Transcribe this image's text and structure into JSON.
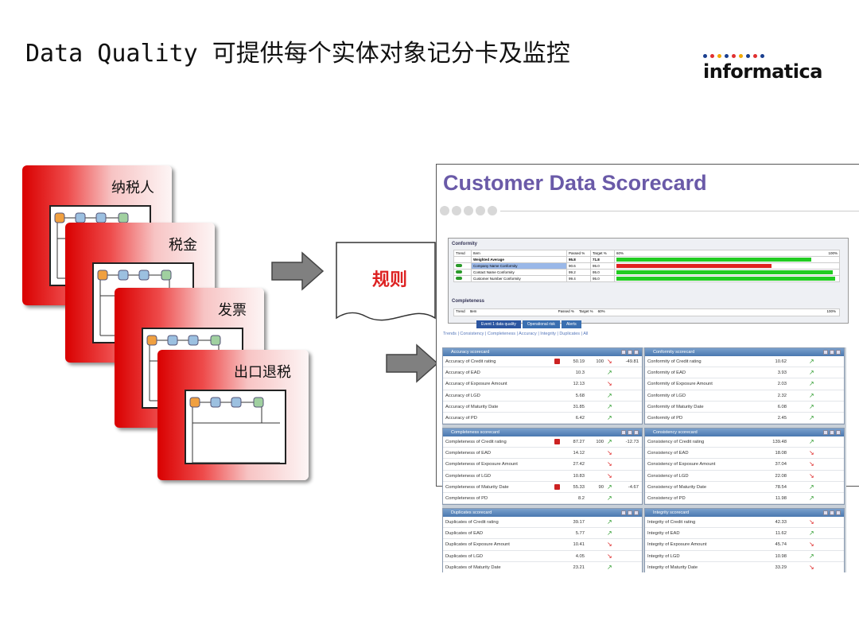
{
  "slide": {
    "title": "Data Quality 可提供每个实体对象记分卡及监控",
    "logo_text": "informatica",
    "logo_dot_colors": [
      "#1a3f8f",
      "#e03030",
      "#f2a900",
      "#1a3f8f",
      "#e03030",
      "#f2a900",
      "#1a3f8f",
      "#e03030",
      "#1a3f8f"
    ]
  },
  "entity_cards": [
    {
      "label": "纳税人"
    },
    {
      "label": "税金"
    },
    {
      "label": "发票"
    },
    {
      "label": "出口退税"
    }
  ],
  "rules_label": "规则",
  "scorecard": {
    "title": "Customer Data Scorecard",
    "conformity": {
      "heading": "Conformity",
      "columns": [
        "Trend",
        "Item",
        "Passed %",
        "Target %",
        "60%",
        "100%"
      ],
      "rows": [
        {
          "item": "Weighted Average",
          "passed": "95.8",
          "target": "71.8",
          "bar_pct": 88,
          "bar_color": "green"
        },
        {
          "item": "Company Name Conformity",
          "passed": "90.6",
          "target": "95.0",
          "bar_pct": 70,
          "bar_color": "red"
        },
        {
          "item": "Contact Name Conformity",
          "passed": "99.2",
          "target": "95.0",
          "bar_pct": 98,
          "bar_color": "green"
        },
        {
          "item": "Customer Number Conformity",
          "passed": "99.4",
          "target": "95.0",
          "bar_pct": 99,
          "bar_color": "green"
        }
      ],
      "completeness_heading": "Completeness",
      "completeness_columns": [
        "Trend",
        "Item",
        "Passed %",
        "Target %",
        "60%",
        "100%"
      ]
    },
    "tabs": [
      "Event 1 data quality",
      "Operational risk",
      "Alerts"
    ],
    "links": "Trends | Consistency | Completeness | Accuracy | Integrity | Duplicates | All",
    "panels": [
      {
        "title": "Accuracy scorecard",
        "rows": [
          {
            "name": "Accuracy of Credit rating",
            "value": "50.19",
            "target": "100",
            "delta": "-49.81",
            "trend": "down",
            "flag": true
          },
          {
            "name": "Accuracy of EAD",
            "value": "10.3",
            "target": "",
            "delta": "",
            "trend": "up",
            "flag": false
          },
          {
            "name": "Accuracy of Exposure Amount",
            "value": "12.13",
            "target": "",
            "delta": "",
            "trend": "down",
            "flag": false
          },
          {
            "name": "Accuracy of LGD",
            "value": "5.68",
            "target": "",
            "delta": "",
            "trend": "up",
            "flag": false
          },
          {
            "name": "Accuracy of Maturity Date",
            "value": "31.85",
            "target": "",
            "delta": "",
            "trend": "up",
            "flag": false
          },
          {
            "name": "Accuracy of PD",
            "value": "6.42",
            "target": "",
            "delta": "",
            "trend": "up",
            "flag": false
          }
        ]
      },
      {
        "title": "Conformity scorecard",
        "rows": [
          {
            "name": "Conformity of Credit rating",
            "value": "10.62",
            "target": "",
            "delta": "",
            "trend": "up",
            "flag": false
          },
          {
            "name": "Conformity of EAD",
            "value": "3.93",
            "target": "",
            "delta": "",
            "trend": "up",
            "flag": false
          },
          {
            "name": "Conformity of Exposure Amount",
            "value": "2.03",
            "target": "",
            "delta": "",
            "trend": "up",
            "flag": false
          },
          {
            "name": "Conformity of LGD",
            "value": "2.32",
            "target": "",
            "delta": "",
            "trend": "up",
            "flag": false
          },
          {
            "name": "Conformity of Maturity Date",
            "value": "6.08",
            "target": "",
            "delta": "",
            "trend": "up",
            "flag": false
          },
          {
            "name": "Conformity of PD",
            "value": "2.45",
            "target": "",
            "delta": "",
            "trend": "up",
            "flag": false
          }
        ]
      },
      {
        "title": "Completeness scorecard",
        "rows": [
          {
            "name": "Completeness of Credit rating",
            "value": "87.27",
            "target": "100",
            "delta": "-12.73",
            "trend": "up",
            "flag": true
          },
          {
            "name": "Completeness of EAD",
            "value": "14.12",
            "target": "",
            "delta": "",
            "trend": "down",
            "flag": false
          },
          {
            "name": "Completeness of Exposure Amount",
            "value": "27.42",
            "target": "",
            "delta": "",
            "trend": "down",
            "flag": false
          },
          {
            "name": "Completeness of LGD",
            "value": "10.83",
            "target": "",
            "delta": "",
            "trend": "down",
            "flag": false
          },
          {
            "name": "Completeness of Maturity Date",
            "value": "55.33",
            "target": "90",
            "delta": "-4.67",
            "trend": "up",
            "flag": true
          },
          {
            "name": "Completeness of PD",
            "value": "8.2",
            "target": "",
            "delta": "",
            "trend": "up",
            "flag": false
          }
        ]
      },
      {
        "title": "Consistency scorecard",
        "rows": [
          {
            "name": "Consistency of Credit rating",
            "value": "139.48",
            "target": "",
            "delta": "",
            "trend": "up",
            "flag": false
          },
          {
            "name": "Consistency of EAD",
            "value": "18.08",
            "target": "",
            "delta": "",
            "trend": "down",
            "flag": false
          },
          {
            "name": "Consistency of Exposure Amount",
            "value": "37.04",
            "target": "",
            "delta": "",
            "trend": "down",
            "flag": false
          },
          {
            "name": "Consistency of LGD",
            "value": "22.08",
            "target": "",
            "delta": "",
            "trend": "down",
            "flag": false
          },
          {
            "name": "Consistency of Maturity Date",
            "value": "78.54",
            "target": "",
            "delta": "",
            "trend": "up",
            "flag": false
          },
          {
            "name": "Consistency of PD",
            "value": "11.98",
            "target": "",
            "delta": "",
            "trend": "up",
            "flag": false
          }
        ]
      },
      {
        "title": "Duplicates scorecard",
        "rows": [
          {
            "name": "Duplicates of Credit rating",
            "value": "39.17",
            "target": "",
            "delta": "",
            "trend": "up",
            "flag": false
          },
          {
            "name": "Duplicates of EAD",
            "value": "5.77",
            "target": "",
            "delta": "",
            "trend": "up",
            "flag": false
          },
          {
            "name": "Duplicates of Exposure Amount",
            "value": "10.41",
            "target": "",
            "delta": "",
            "trend": "down",
            "flag": false
          },
          {
            "name": "Duplicates of LGD",
            "value": "4.05",
            "target": "",
            "delta": "",
            "trend": "down",
            "flag": false
          },
          {
            "name": "Duplicates of Maturity Date",
            "value": "23.21",
            "target": "",
            "delta": "",
            "trend": "up",
            "flag": false
          }
        ]
      },
      {
        "title": "Integrity scorecard",
        "rows": [
          {
            "name": "Integrity of Credit rating",
            "value": "42.33",
            "target": "",
            "delta": "",
            "trend": "down",
            "flag": false
          },
          {
            "name": "Integrity of EAD",
            "value": "11.62",
            "target": "",
            "delta": "",
            "trend": "up",
            "flag": false
          },
          {
            "name": "Integrity of Exposure Amount",
            "value": "45.74",
            "target": "",
            "delta": "",
            "trend": "down",
            "flag": false
          },
          {
            "name": "Integrity of LGD",
            "value": "10.98",
            "target": "",
            "delta": "",
            "trend": "up",
            "flag": false
          },
          {
            "name": "Integrity of Maturity Date",
            "value": "33.29",
            "target": "",
            "delta": "",
            "trend": "down",
            "flag": false
          }
        ]
      }
    ]
  }
}
